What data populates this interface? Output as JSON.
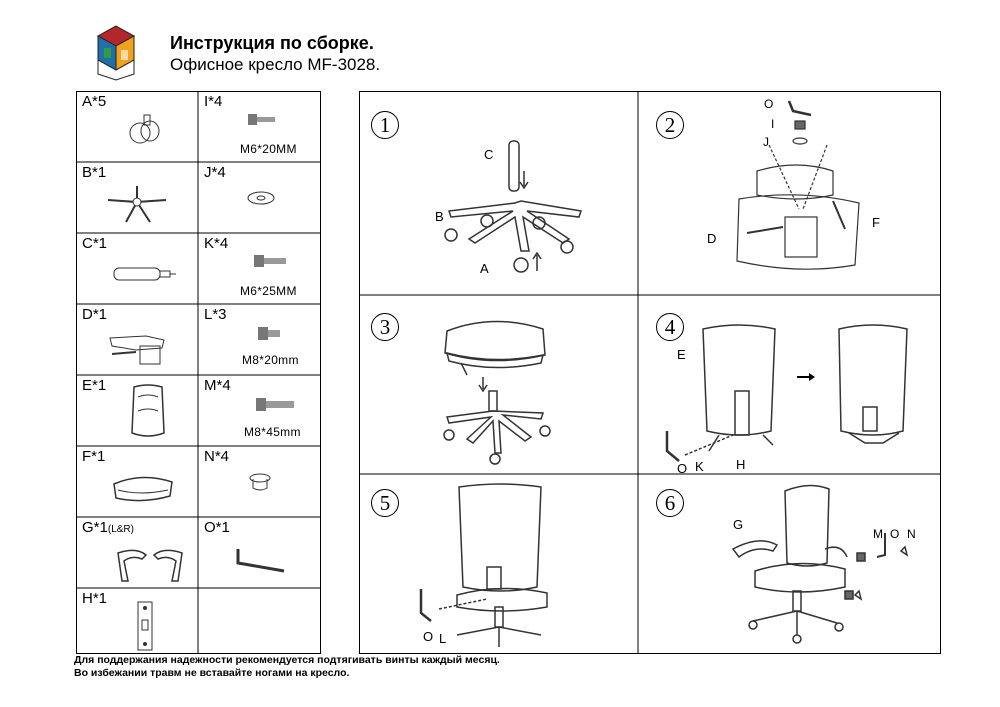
{
  "header": {
    "title": "Инструкция по сборке.",
    "subtitle": "Офисное кресло MF-3028."
  },
  "parts": [
    {
      "id": "A",
      "label": "A*5"
    },
    {
      "id": "I",
      "label": "I*4",
      "dim": "M6*20MM"
    },
    {
      "id": "B",
      "label": "B*1"
    },
    {
      "id": "J",
      "label": "J*4"
    },
    {
      "id": "C",
      "label": "C*1"
    },
    {
      "id": "K",
      "label": "K*4",
      "dim": "M6*25MM"
    },
    {
      "id": "D",
      "label": "D*1"
    },
    {
      "id": "L",
      "label": "L*3",
      "dim": "M8*20mm"
    },
    {
      "id": "E",
      "label": "E*1"
    },
    {
      "id": "M",
      "label": "M*4",
      "dim": "M8*45mm"
    },
    {
      "id": "F",
      "label": "F*1"
    },
    {
      "id": "N",
      "label": "N*4"
    },
    {
      "id": "G",
      "label": "G*1",
      "note": "(L&R)"
    },
    {
      "id": "O",
      "label": "O*1"
    },
    {
      "id": "H",
      "label": "H*1"
    }
  ],
  "steps": [
    {
      "number": "1",
      "labels": [
        "C",
        "B",
        "A"
      ]
    },
    {
      "number": "2",
      "labels": [
        "O",
        "I",
        "J",
        "D",
        "F"
      ]
    },
    {
      "number": "3",
      "labels": []
    },
    {
      "number": "4",
      "labels": [
        "E",
        "O",
        "K",
        "H"
      ]
    },
    {
      "number": "5",
      "labels": [
        "O",
        "L"
      ]
    },
    {
      "number": "6",
      "labels": [
        "G",
        "M",
        "O",
        "N"
      ]
    }
  ],
  "footer": {
    "line1": "Для поддержания надежности рекомендуется подтягивать винты каждый месяц.",
    "line2": "Во избежании травм не вставайте ногами на кресло."
  },
  "colors": {
    "logo_top": "#b3262c",
    "logo_left": "#1f6fa8",
    "logo_right": "#f0a21e",
    "logo_green": "#2e9a4a"
  }
}
